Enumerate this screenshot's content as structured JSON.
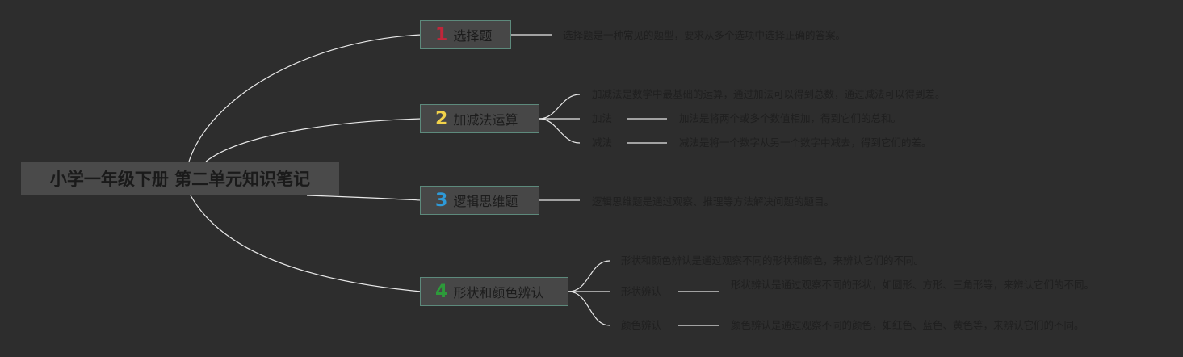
{
  "root": {
    "title": "小学一年级下册 第二单元知识笔记"
  },
  "colors": {
    "background": "#2d2d2d",
    "connector": "#e8e8e8",
    "node_border": "#5d8a7c",
    "num1": "#c0263a",
    "num2": "#f2d24a",
    "num3": "#2e9ad8",
    "num4": "#2d9a3a"
  },
  "branches": [
    {
      "num": "1",
      "label": "选择题",
      "desc": "选择题是一种常见的题型，要求从多个选项中选择正确的答案。"
    },
    {
      "num": "2",
      "label": "加减法运算",
      "intro": "加减法是数学中最基础的运算，通过加法可以得到总数，通过减法可以得到差。",
      "items": [
        {
          "label": "加法",
          "desc": "加法是将两个或多个数值相加，得到它们的总和。"
        },
        {
          "label": "减法",
          "desc": "减法是将一个数字从另一个数字中减去，得到它们的差。"
        }
      ]
    },
    {
      "num": "3",
      "label": "逻辑思维题",
      "desc": "逻辑思维题是通过观察、推理等方法解决问题的题目。"
    },
    {
      "num": "4",
      "label": "形状和颜色辨认",
      "intro": "形状和颜色辨认是通过观察不同的形状和颜色，来辨认它们的不同。",
      "items": [
        {
          "label": "形状辨认",
          "desc": "形状辨认是通过观察不同的形状，如圆形、方形、三角形等，来辨认它们的不同。"
        },
        {
          "label": "颜色辨认",
          "desc": "颜色辨认是通过观察不同的颜色，如红色、蓝色、黄色等，来辨认它们的不同。"
        }
      ]
    }
  ]
}
